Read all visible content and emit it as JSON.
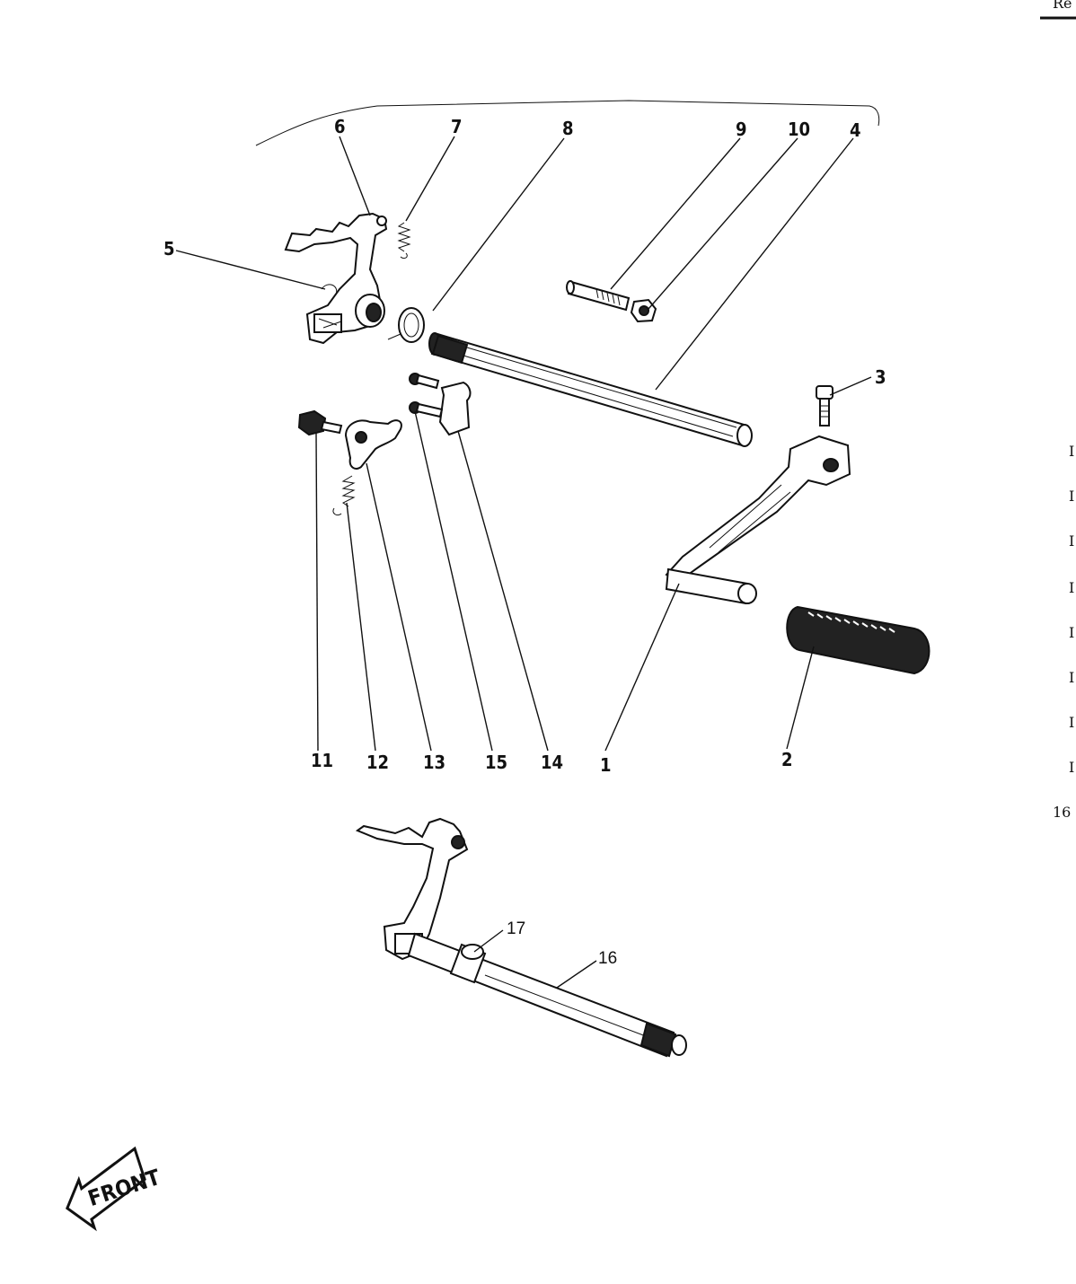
{
  "diagram": {
    "callouts_top": [
      "6",
      "7",
      "8",
      "9",
      "10",
      "4"
    ],
    "callout_5": "5",
    "callout_3": "3",
    "callouts_bottom_row": [
      "11",
      "12",
      "13",
      "15",
      "14",
      "1",
      "2"
    ],
    "callouts_lower": [
      "17",
      "16"
    ],
    "front_marker": "FRONT",
    "edge_text": {
      "top_right": "Re",
      "right_margin_marks": [
        "I",
        "I",
        "I",
        "I",
        "I",
        "I",
        "I",
        "I"
      ],
      "right_margin_number": "16"
    }
  }
}
